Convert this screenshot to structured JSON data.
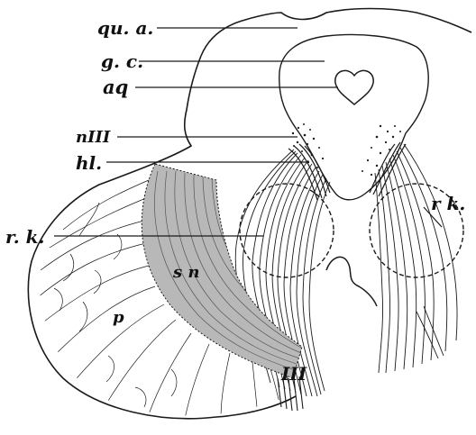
{
  "figure": {
    "labels": {
      "qua": "qu. a.",
      "gc": "g. c.",
      "aq": "aq",
      "n3": "nIII",
      "hl": "hl.",
      "rk_left": "r. k.",
      "rk_right": "r k.",
      "sn": "s n",
      "p": "p",
      "nerve3": "III"
    },
    "ink_color": "#1a1a1a",
    "background": "#ffffff"
  }
}
